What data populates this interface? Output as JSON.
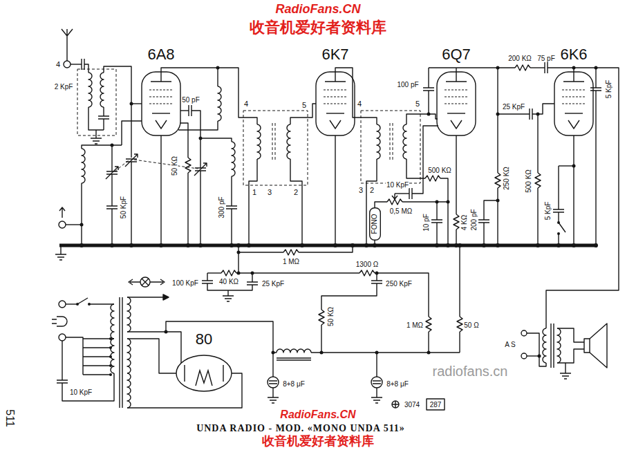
{
  "diagram": {
    "caption": "UNDA RADIO - MOD. «MONO UNDA 511»",
    "nodes": [
      {
        "text": [
          "6A8"
        ]
      },
      {
        "text": [
          "6K7"
        ]
      },
      {
        "text": [
          "6Q7"
        ]
      },
      {
        "text": [
          "6K6"
        ]
      },
      {
        "text": [
          "FONO"
        ]
      },
      {
        "text": [
          "80"
        ]
      }
    ],
    "labels": [
      "RadioFans.CN",
      "收音机爱好者资料库",
      "4",
      "2 KpF",
      "50 pF",
      "50 KΩ",
      "50 KpF",
      "300 pF",
      "4",
      "5",
      "1",
      "3",
      "2",
      "4",
      "5",
      "100 pF",
      "3",
      "2",
      "500 KΩ",
      "10 KpF",
      "0,5 MΩ",
      "10 pF",
      "4 KΩ",
      "200 pF",
      "250 KΩ",
      "500 KΩ",
      "5 KpF",
      "200 KΩ",
      "75 pF",
      "25 KpF",
      "5 KpF",
      "1 MΩ",
      "1300 Ω",
      "40 KΩ",
      "100 KpF",
      "25 KpF",
      "250 KpF",
      "50 KΩ",
      "1 MΩ",
      "50 Ω",
      "8+8 μF",
      "8+8 μF",
      "10 KpF",
      "A S",
      "511",
      "3074",
      "287",
      "radiofans.cn",
      "RadioFans.CN",
      "收音机爱好者资料库"
    ]
  }
}
